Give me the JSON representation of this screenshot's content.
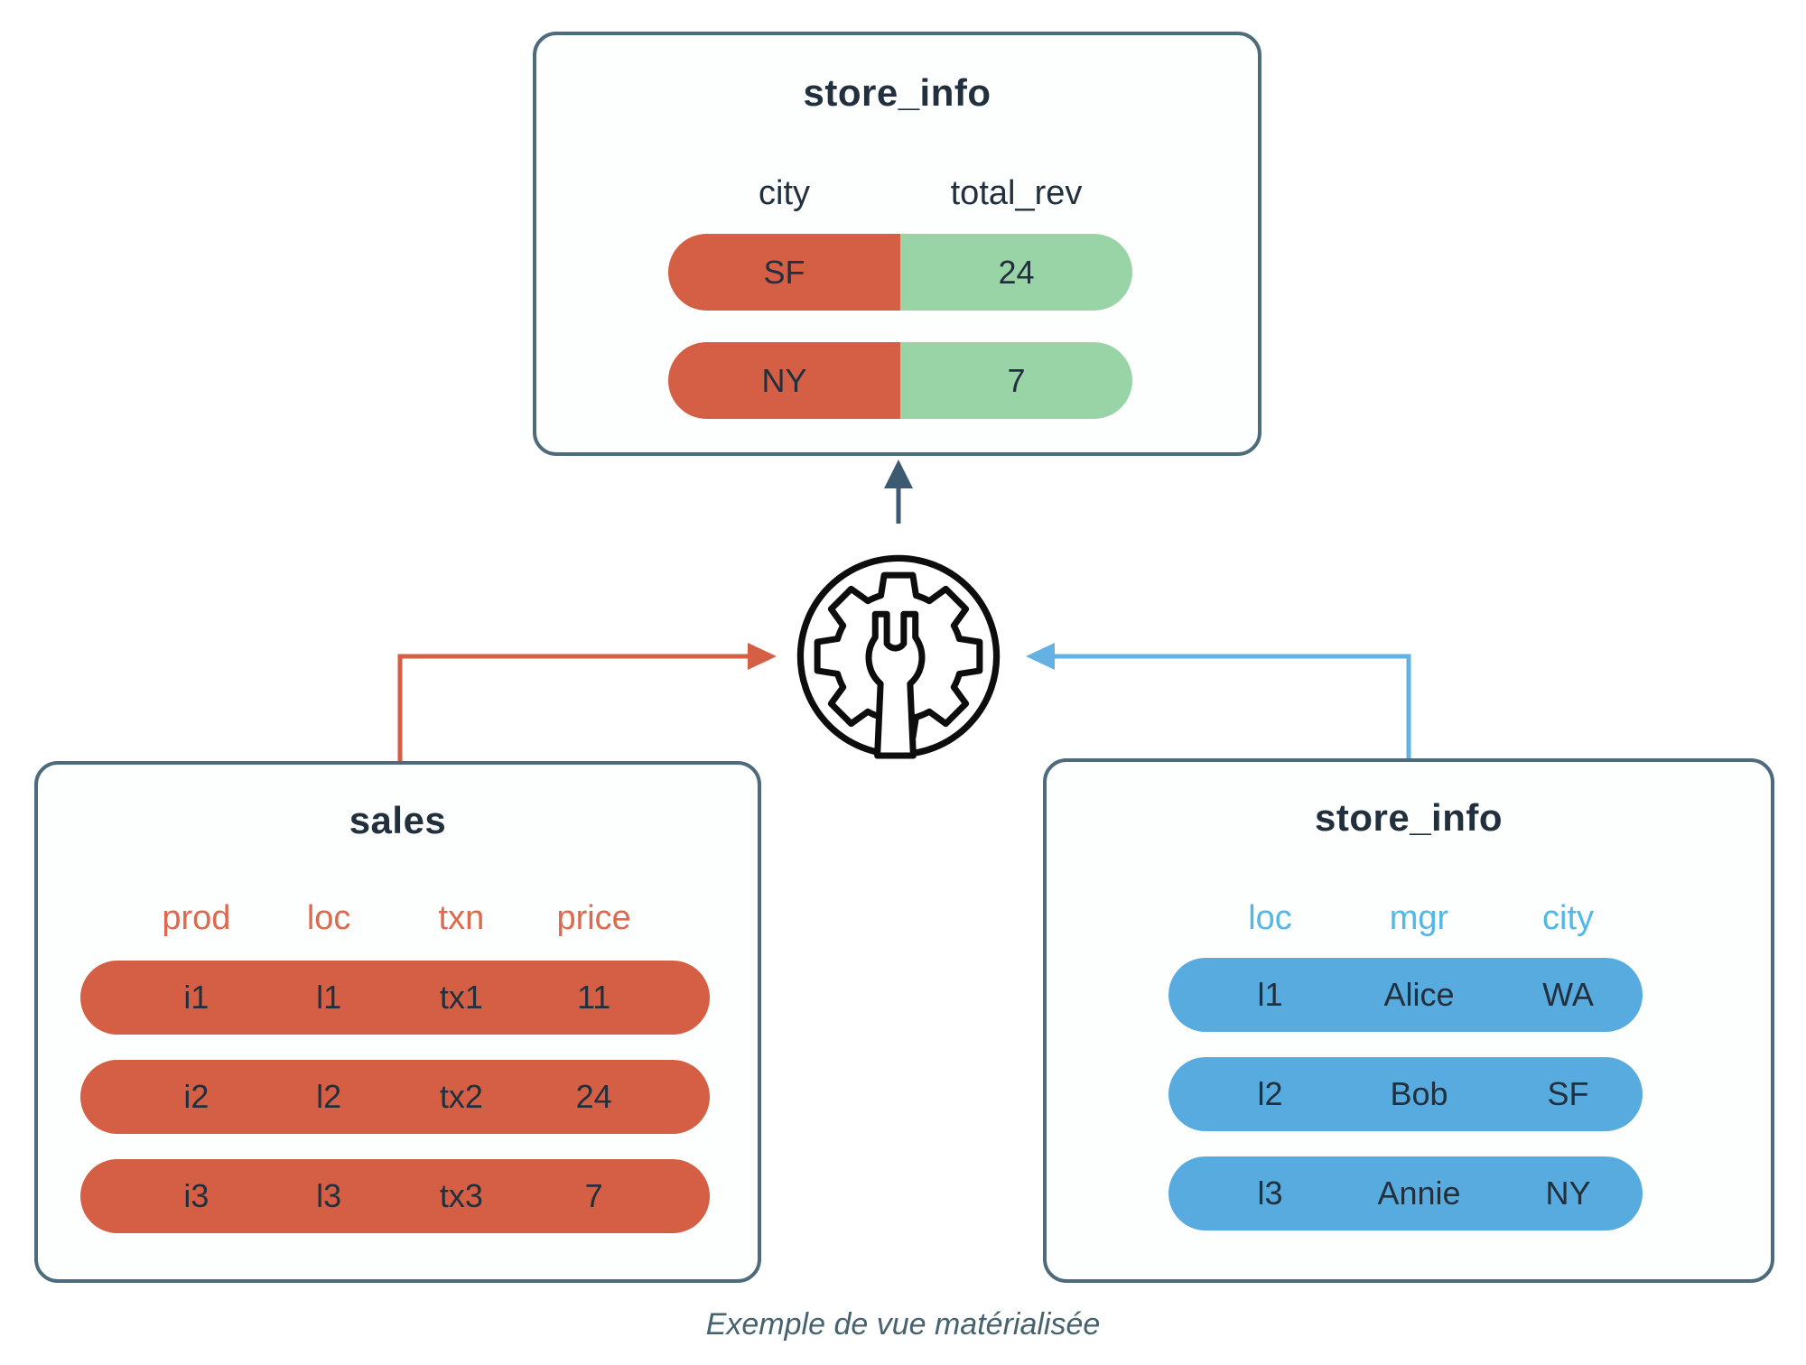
{
  "caption": "Exemple de vue matérialisée",
  "colors": {
    "accent_red": "#d55f44",
    "accent_green": "#99d4a6",
    "accent_blue": "#57abde",
    "header_blue_text": "#55b6e8",
    "header_red_text": "#dd6a4f",
    "text_dark": "#22303e",
    "box_border": "#4e6b7b",
    "arrow_dark": "#3c5a72",
    "arrow_red": "#d55f44",
    "arrow_blue": "#63b2e3"
  },
  "icon": {
    "name": "gear-wrench-icon"
  },
  "tables": {
    "materialized": {
      "title": "store_info",
      "headers": [
        "city",
        "total_rev"
      ],
      "rows": [
        [
          "SF",
          "24"
        ],
        [
          "NY",
          "7"
        ]
      ]
    },
    "sales": {
      "title": "sales",
      "headers": [
        "prod",
        "loc",
        "txn",
        "price"
      ],
      "rows": [
        [
          "i1",
          "l1",
          "tx1",
          "11"
        ],
        [
          "i2",
          "l2",
          "tx2",
          "24"
        ],
        [
          "i3",
          "l3",
          "tx3",
          "7"
        ]
      ]
    },
    "store_info": {
      "title": "store_info",
      "headers": [
        "loc",
        "mgr",
        "city"
      ],
      "rows": [
        [
          "l1",
          "Alice",
          "WA"
        ],
        [
          "l2",
          "Bob",
          "SF"
        ],
        [
          "l3",
          "Annie",
          "NY"
        ]
      ]
    }
  }
}
